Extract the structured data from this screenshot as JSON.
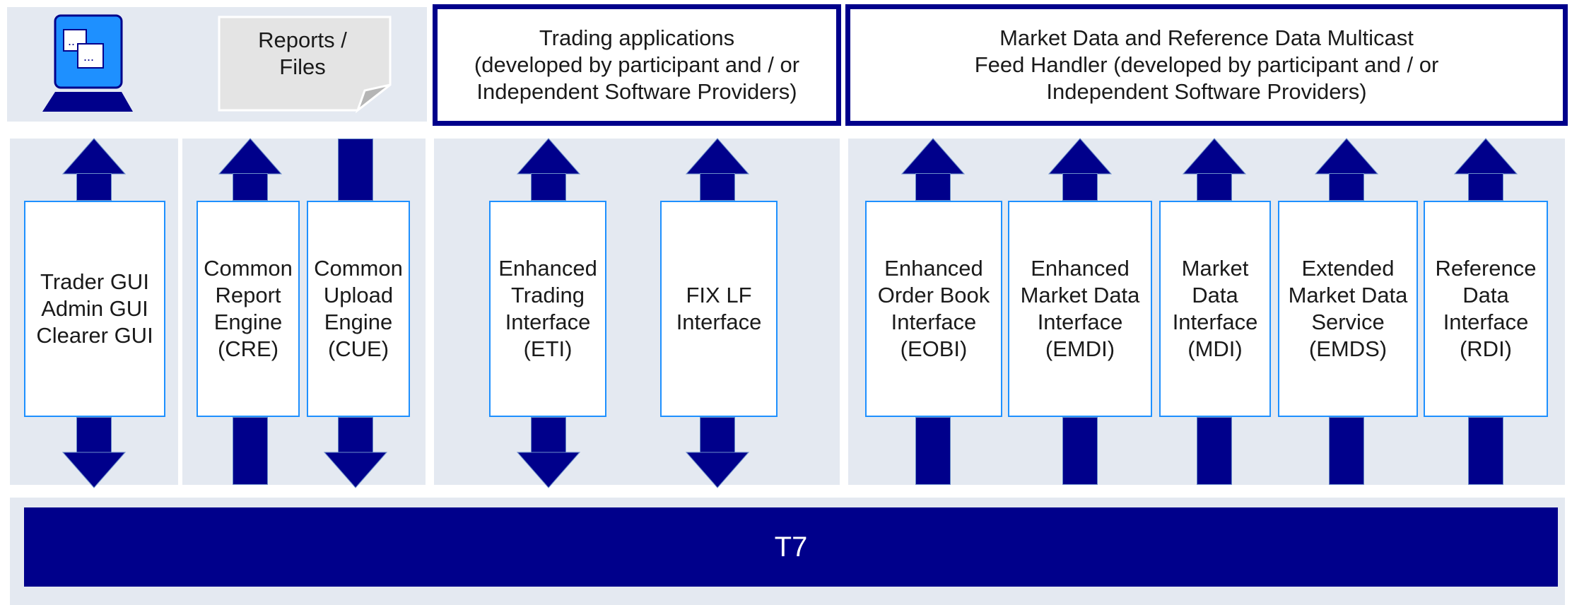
{
  "colors": {
    "panel": "#e4e9f1",
    "navy": "#00008b",
    "box_border": "#1e90ff",
    "monitor": "#1e90ff"
  },
  "top": {
    "reports_label": "Reports /\nFiles",
    "trading_apps": "Trading applications\n(developed by participant and / or\nIndependent Software Providers)",
    "market_data_handler": "Market Data and Reference Data Multicast\nFeed Handler (developed by participant and / or\nIndependent Software Providers)"
  },
  "icons": {
    "workstation": "computer-monitor-icon",
    "document": "folded-document-icon"
  },
  "interfaces": [
    {
      "label": "Trader GUI\nAdmin GUI\nClearer GUI",
      "up": "arrow",
      "down": "arrow"
    },
    {
      "label": "Common\nReport\nEngine\n(CRE)",
      "up": "arrow",
      "down": "shaft"
    },
    {
      "label": "Common\nUpload\nEngine\n(CUE)",
      "up": "shaft",
      "down": "arrow"
    },
    {
      "label": "Enhanced\nTrading\nInterface\n(ETI)",
      "up": "arrow",
      "down": "arrow"
    },
    {
      "label": "FIX LF\nInterface",
      "up": "arrow",
      "down": "arrow"
    },
    {
      "label": "Enhanced\nOrder Book\nInterface\n(EOBI)",
      "up": "arrow",
      "down": "shaft"
    },
    {
      "label": "Enhanced\nMarket Data\nInterface\n(EMDI)",
      "up": "arrow",
      "down": "shaft"
    },
    {
      "label": "Market\nData\nInterface\n(MDI)",
      "up": "arrow",
      "down": "shaft"
    },
    {
      "label": "Extended\nMarket Data\nService\n(EMDS)",
      "up": "arrow",
      "down": "shaft"
    },
    {
      "label": "Reference\nData\nInterface\n(RDI)",
      "up": "arrow",
      "down": "shaft"
    }
  ],
  "core": {
    "label": "T7"
  }
}
